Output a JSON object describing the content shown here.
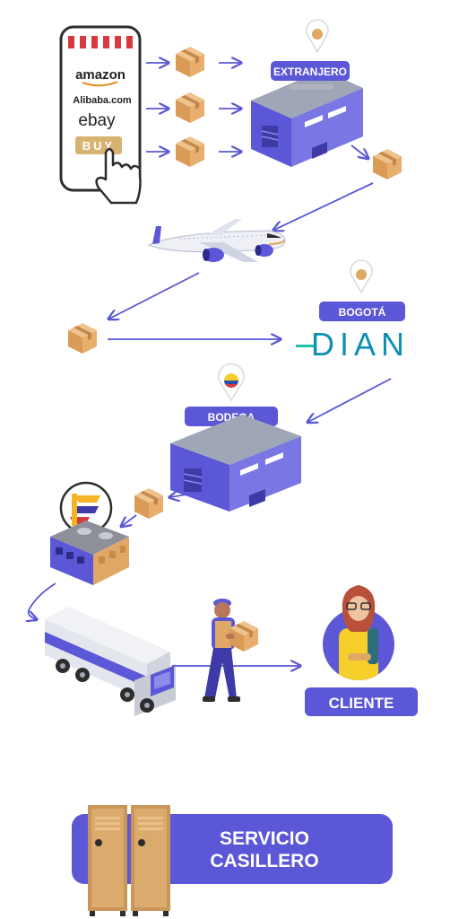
{
  "stores": {
    "amazon": "amazon",
    "alibaba": "Alibaba.com",
    "ebay": "ebay",
    "buy": "BUY"
  },
  "locations": {
    "extranjero": "EXTRANJERO",
    "bogota": "BOGOTÁ",
    "bodega": "BODEGA",
    "cliente": "CLIENTE"
  },
  "dian_logo": "DIAN",
  "courier_logo_icon": "courier-e-logo-icon",
  "banner": {
    "line1": "SERVICIO",
    "line2": "CASILLERO"
  },
  "colors": {
    "accent": "#5b57d6",
    "box": "#e0a866",
    "dian": "#0e8fb6",
    "store_stripe": "#d8393f"
  }
}
